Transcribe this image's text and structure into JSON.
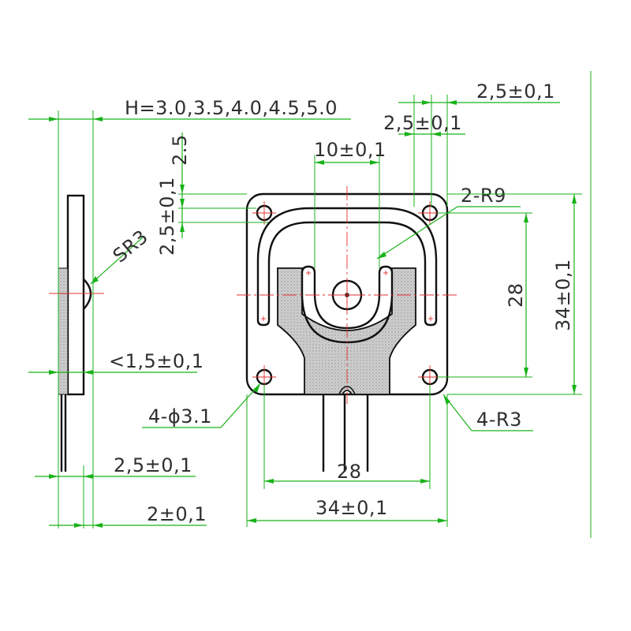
{
  "colors": {
    "dimension_line": "#19b219",
    "object_line": "#111111",
    "center_line": "#e03030",
    "label_text": "#2f2f2f",
    "strain_gauge_fill": "#c8c8c8"
  },
  "labels": {
    "thickness_h": "H=3.0,3.5,4.0,4.5,5.0",
    "slot_gap_top": "2,5±0,1",
    "slot_gap_second": "2,5±0,1",
    "slot_width": "10±0,1",
    "top_offset": "2.5",
    "rail_width": "2,5±0,1",
    "corner_r9": "2-R9",
    "side_sphere": "SR3",
    "hole_spacing_vertical": "28",
    "overall_height": "34±0,1",
    "dimple_depth": "<1,5±0,1",
    "hole_diameter": "4-ϕ3.1",
    "corner_radius": "4-R3",
    "hole_spacing_horizontal": "28",
    "overall_width": "34±0,1",
    "plate_offset": "2,5±0,1",
    "plate_thickness": "2±0,1"
  }
}
